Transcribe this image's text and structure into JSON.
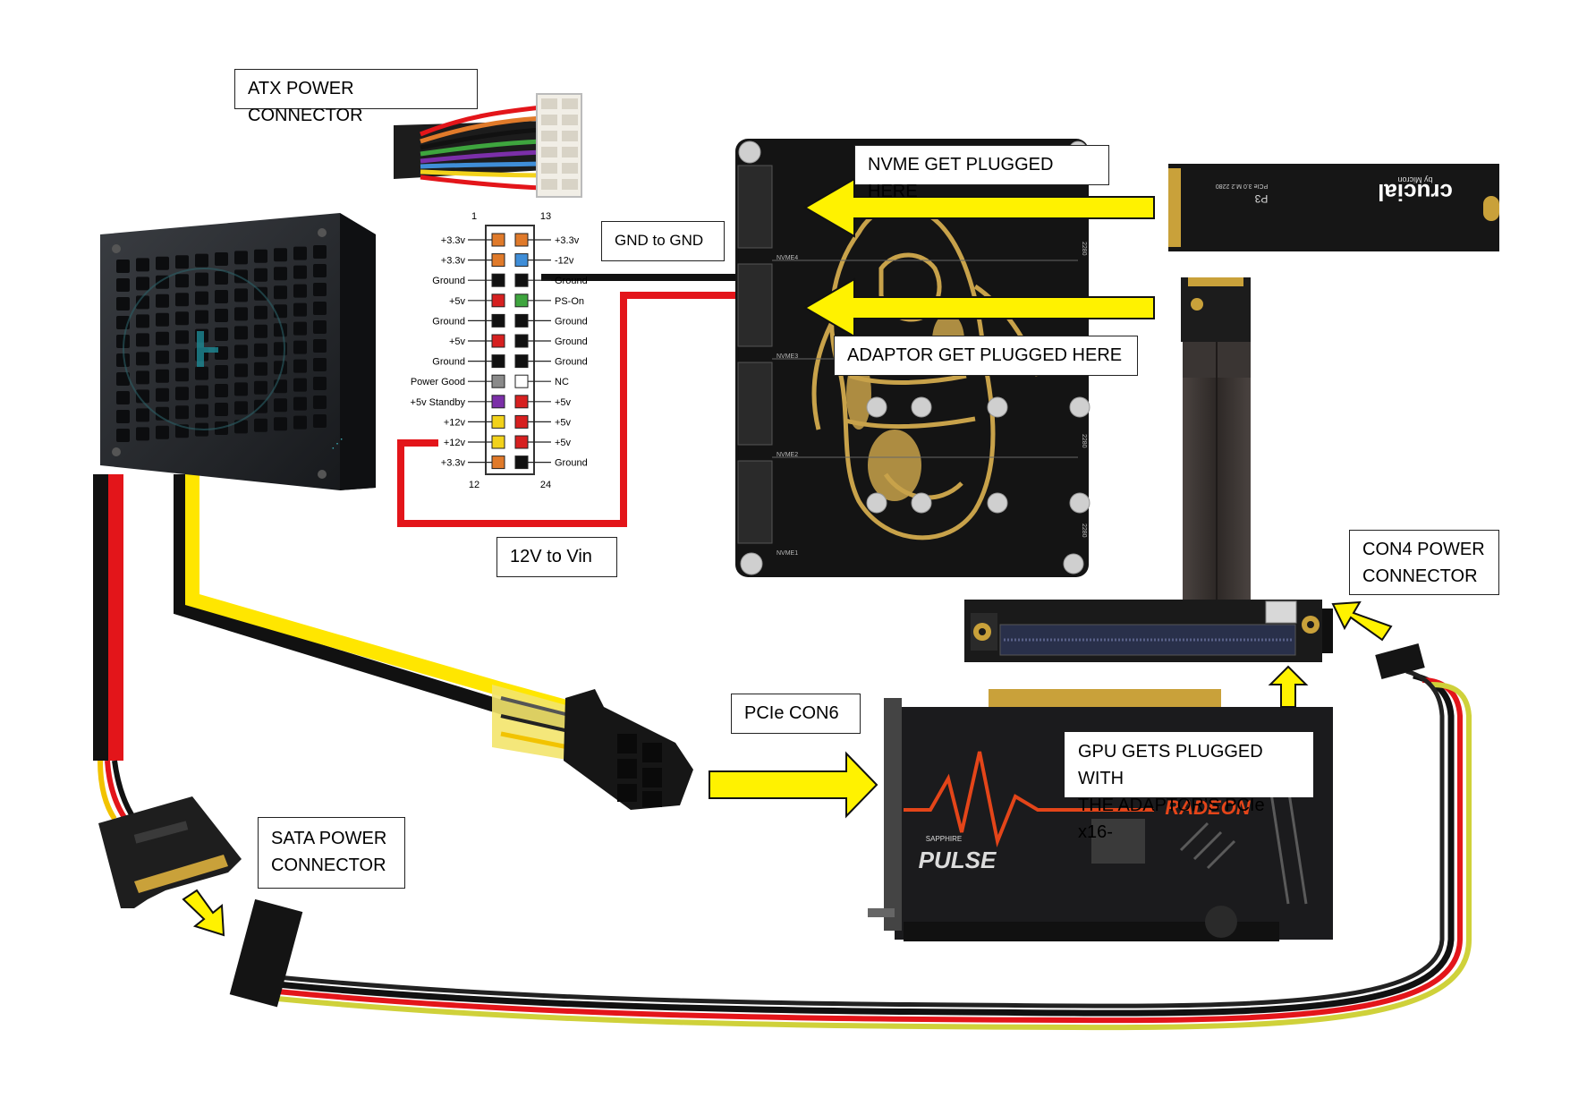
{
  "labels": {
    "atx": "ATX POWER CONNECTOR",
    "gnd": "GND to GND",
    "vin": "12V to Vin",
    "nvme": "NVME GET PLUGGED HERE",
    "adaptor": "ADAPTOR GET PLUGGED HERE",
    "con4_line1": "CON4 POWER",
    "con4_line2": "CONNECTOR",
    "pcie6": "PCIe CON6",
    "gpu_line1": "GPU GETS PLUGGED WITH",
    "gpu_line2": "THE ADAPTOR’S PCIe x16-",
    "sata_line1": "SATA POWER",
    "sata_line2": "CONNECTOR"
  },
  "pinout": {
    "top_left_num": "1",
    "top_right_num": "13",
    "bottom_left_num": "12",
    "bottom_right_num": "24",
    "left_pins": [
      "+3.3v",
      "+3.3v",
      "Ground",
      "+5v",
      "Ground",
      "+5v",
      "Ground",
      "Power Good",
      "+5v Standby",
      "+12v",
      "+12v",
      "+3.3v"
    ],
    "right_pins": [
      "+3.3v",
      "-12v",
      "Ground",
      "PS-On",
      "Ground",
      "Ground",
      "Ground",
      "NC",
      "+5v",
      "+5v",
      "+5v",
      "Ground"
    ],
    "left_colors": [
      "#e07a2a",
      "#e07a2a",
      "#111111",
      "#d62020",
      "#111111",
      "#d62020",
      "#111111",
      "#8a8a8a",
      "#7b2fa8",
      "#f2d21b",
      "#f2d21b",
      "#e07a2a"
    ],
    "right_colors": [
      "#e07a2a",
      "#3f8ed8",
      "#111111",
      "#3ea53e",
      "#111111",
      "#111111",
      "#111111",
      "#ffffff",
      "#d62020",
      "#d62020",
      "#d62020",
      "#111111"
    ]
  },
  "board": {
    "slot_labels": [
      "NVME4",
      "NVME3",
      "NVME2",
      "NVME1"
    ],
    "size_label": "2280"
  },
  "ssd": {
    "brand": "crucial",
    "maker": "by Micron",
    "model": "P3",
    "spec": "PCIe 3.0 M.2 2280"
  },
  "gpu": {
    "brand": "RADEON",
    "series": "PULSE",
    "maker": "SAPPHIRE"
  },
  "colors": {
    "arrow_yellow": "#fff200",
    "wire_red": "#e3151a",
    "wire_black": "#111111",
    "wire_yellow": "#ffe600",
    "board_gold": "#c8a24a"
  }
}
